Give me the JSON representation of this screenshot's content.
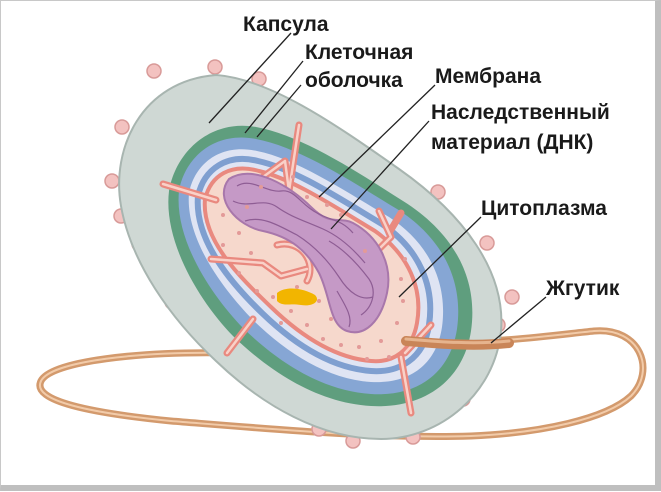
{
  "labels": {
    "capsule": "Капсула",
    "wall_line1": "Клеточная",
    "wall_line2": "оболочка",
    "membrane": "Мембрана",
    "dna_line1": "Наследственный",
    "dna_line2": "материал (ДНК)",
    "cytoplasm": "Цитоплазма",
    "flagellum": "Жгутик"
  },
  "colors": {
    "capsule": "#cfd8d4",
    "wall_green": "#5f9e7e",
    "wall_blue": "#86a6d4",
    "membrane_pale": "#dfe4f3",
    "cytoplasm": "#f6d8cc",
    "dna": "#c599c6",
    "folds": "#e9897f",
    "flagellum": "#d39a6d",
    "granule": "#f2b500"
  }
}
